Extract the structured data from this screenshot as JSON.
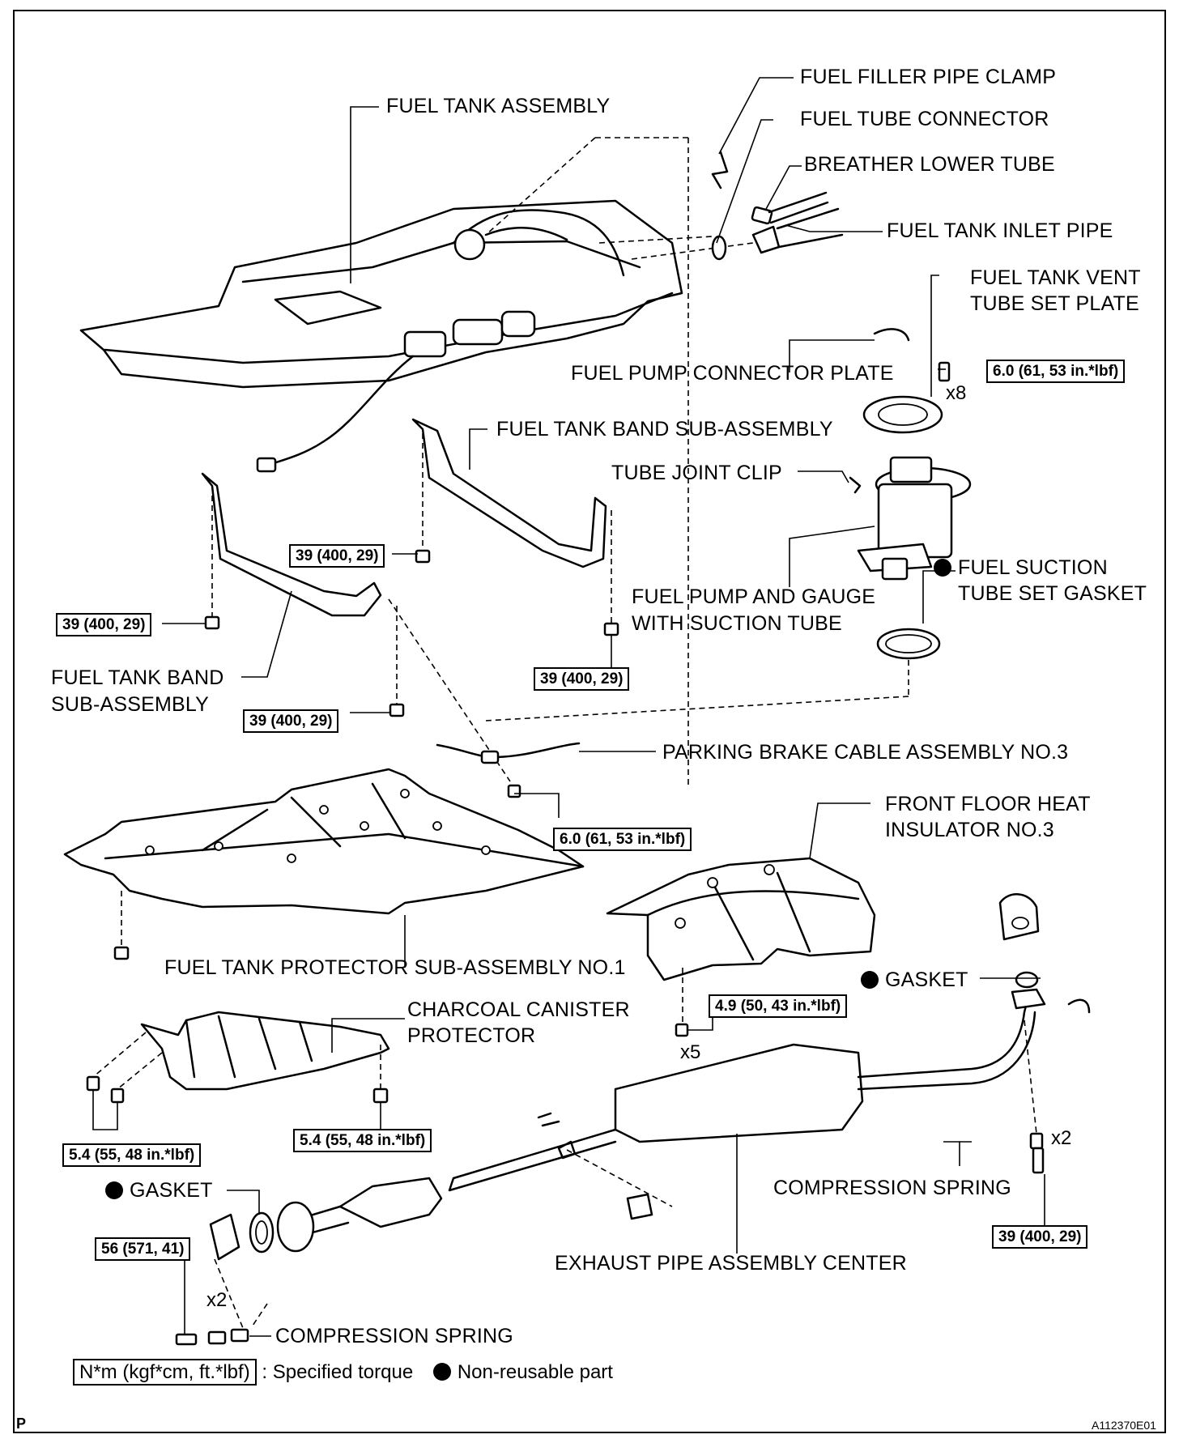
{
  "labels": {
    "fuel_filler_pipe_clamp": "FUEL FILLER PIPE CLAMP",
    "fuel_tube_connector": "FUEL TUBE CONNECTOR",
    "breather_lower_tube": "BREATHER LOWER TUBE",
    "fuel_tank_assembly": "FUEL TANK ASSEMBLY",
    "fuel_tank_inlet_pipe": "FUEL TANK INLET PIPE",
    "fuel_tank_vent_tube_set_plate_1": "FUEL TANK VENT",
    "fuel_tank_vent_tube_set_plate_2": "TUBE SET PLATE",
    "fuel_pump_connector_plate": "FUEL PUMP CONNECTOR PLATE",
    "fuel_tank_band_sub_assembly_right": "FUEL TANK BAND SUB-ASSEMBLY",
    "tube_joint_clip": "TUBE JOINT CLIP",
    "fuel_suction_tube_set_gasket_1": "FUEL SUCTION",
    "fuel_suction_tube_set_gasket_2": "TUBE SET GASKET",
    "fuel_pump_and_gauge_1": "FUEL PUMP AND GAUGE",
    "fuel_pump_and_gauge_2": "WITH SUCTION TUBE",
    "fuel_tank_band_sub_assembly_left_1": "FUEL TANK BAND",
    "fuel_tank_band_sub_assembly_left_2": "SUB-ASSEMBLY",
    "parking_brake_cable": "PARKING BRAKE CABLE ASSEMBLY NO.3",
    "front_floor_heat_insulator_1": "FRONT FLOOR HEAT",
    "front_floor_heat_insulator_2": "INSULATOR NO.3",
    "fuel_tank_protector": "FUEL TANK PROTECTOR SUB-ASSEMBLY NO.1",
    "gasket_right": "GASKET",
    "charcoal_canister_protector_1": "CHARCOAL CANISTER",
    "charcoal_canister_protector_2": "PROTECTOR",
    "compression_spring_right": "COMPRESSION SPRING",
    "gasket_left": "GASKET",
    "exhaust_pipe_assembly_center": "EXHAUST PIPE ASSEMBLY CENTER",
    "compression_spring_left": "COMPRESSION SPRING"
  },
  "torques": {
    "vent_plate_bolts": "6.0 (61, 53 in.*lbf)",
    "band_center_bolt": "39 (400, 29)",
    "band_left_bolt": "39 (400, 29)",
    "band_right_bolt": "39 (400, 29)",
    "band_lower_bolt": "39 (400, 29)",
    "protector_nut": "6.0 (61, 53 in.*lbf)",
    "insulator_nuts": "4.9 (50, 43 in.*lbf)",
    "canister_left_bolts": "5.4 (55, 48 in.*lbf)",
    "canister_right_bolt": "5.4 (55, 48 in.*lbf)",
    "exhaust_front_bolts": "56 (571, 41)",
    "exhaust_rear_bolts": "39 (400, 29)"
  },
  "counts": {
    "vent_plate_bolts": "x8",
    "insulator_nuts": "x5",
    "exhaust_rear_bolts": "x2",
    "exhaust_front_bolts": "x2"
  },
  "legend": {
    "torque_box": "N*m (kgf*cm, ft.*lbf)",
    "torque_text": ": Specified torque",
    "nonreusable_text": "Non-reusable part"
  },
  "corner": {
    "page_letter": "P",
    "figure_id": "A112370E01"
  }
}
